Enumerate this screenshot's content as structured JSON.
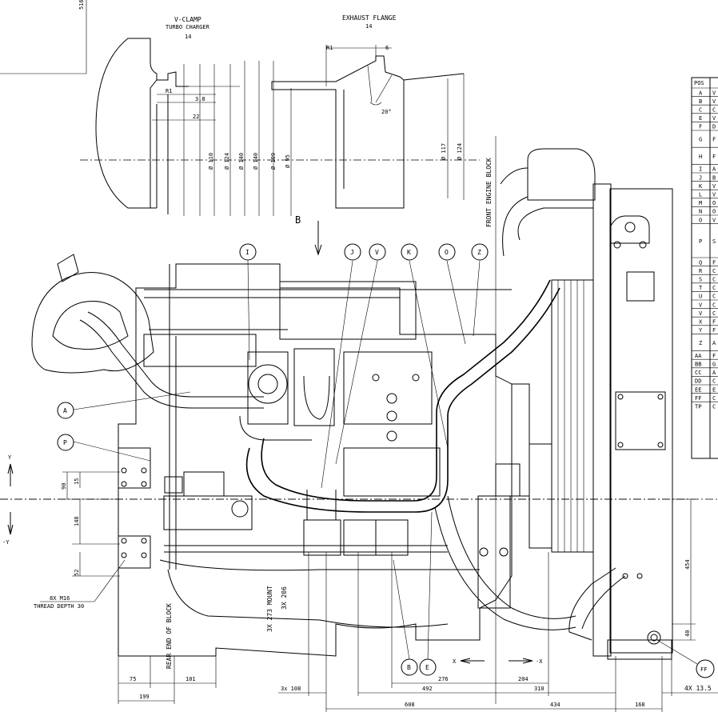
{
  "flange": {
    "vclamp_title": "V-CLAMP",
    "vclamp_sub": "TURBO CHARGER",
    "vclamp_id": "14",
    "exhaust_title": "EXHAUST FLANGE",
    "exhaust_id": "14",
    "dims_left": [
      "3.8",
      "22",
      "R1",
      "Ø 110",
      "Ø 124",
      "Ø 140",
      "Ø 140",
      "Ø 109",
      "Ø 95"
    ],
    "dims_right": [
      "R1",
      "6",
      "20°",
      "Ø 117",
      "Ø 124"
    ],
    "top_dim": "516"
  },
  "view_label": "B",
  "front_label": "FRONT ENGINE BLOCK",
  "rear_label": "REAR END OF BLOCK",
  "mount_label": "3X 273  MOUNT",
  "mount_label2": "3X 206",
  "thread_label1": "8X M16",
  "thread_label2": "THREAD DEPTH 30",
  "axis": {
    "plus_y": "Y",
    "minus_y": "-Y",
    "x_pos": "X",
    "x_neg": "-X"
  },
  "callouts": [
    "I",
    "J",
    "V",
    "K",
    "O",
    "Z",
    "A",
    "P",
    "B",
    "E",
    "FF"
  ],
  "dims_bottom": [
    "75",
    "101",
    "199",
    "3x 108",
    "276",
    "204",
    "492",
    "310",
    "608",
    "434",
    "168",
    "4X 13.5"
  ],
  "dims_left": [
    "90",
    "15",
    "148",
    "52"
  ],
  "dims_right": [
    "454",
    "40"
  ],
  "pos_table": {
    "header": "POS",
    "rows": [
      {
        "pos": "A",
        "c": "V"
      },
      {
        "pos": "B",
        "c": "V"
      },
      {
        "pos": "C",
        "c": "C"
      },
      {
        "pos": "E",
        "c": "V"
      },
      {
        "pos": "F",
        "c": "D"
      },
      {
        "pos": "G",
        "c": "F"
      },
      {
        "pos": "H",
        "c": "F"
      },
      {
        "pos": "I",
        "c": "A"
      },
      {
        "pos": "J",
        "c": "B"
      },
      {
        "pos": "K",
        "c": "V"
      },
      {
        "pos": "L",
        "c": "V"
      },
      {
        "pos": "M",
        "c": "O"
      },
      {
        "pos": "N",
        "c": "O"
      },
      {
        "pos": "O",
        "c": "V"
      },
      {
        "pos": "P",
        "c": "S"
      },
      {
        "pos": "Q",
        "c": "F"
      },
      {
        "pos": "R",
        "c": "C"
      },
      {
        "pos": "S",
        "c": "C"
      },
      {
        "pos": "T",
        "c": "C"
      },
      {
        "pos": "U",
        "c": "C"
      },
      {
        "pos": "V",
        "c": "C"
      },
      {
        "pos": "V",
        "c": "C"
      },
      {
        "pos": "X",
        "c": "F"
      },
      {
        "pos": "Y",
        "c": "F"
      },
      {
        "pos": "Z",
        "c": "A"
      },
      {
        "pos": "AA",
        "c": "F"
      },
      {
        "pos": "BB",
        "c": "G"
      },
      {
        "pos": "CC",
        "c": "A"
      },
      {
        "pos": "DD",
        "c": "C"
      },
      {
        "pos": "EE",
        "c": "E"
      },
      {
        "pos": "FF",
        "c": "C"
      },
      {
        "pos": "TP",
        "c": "C"
      }
    ]
  }
}
